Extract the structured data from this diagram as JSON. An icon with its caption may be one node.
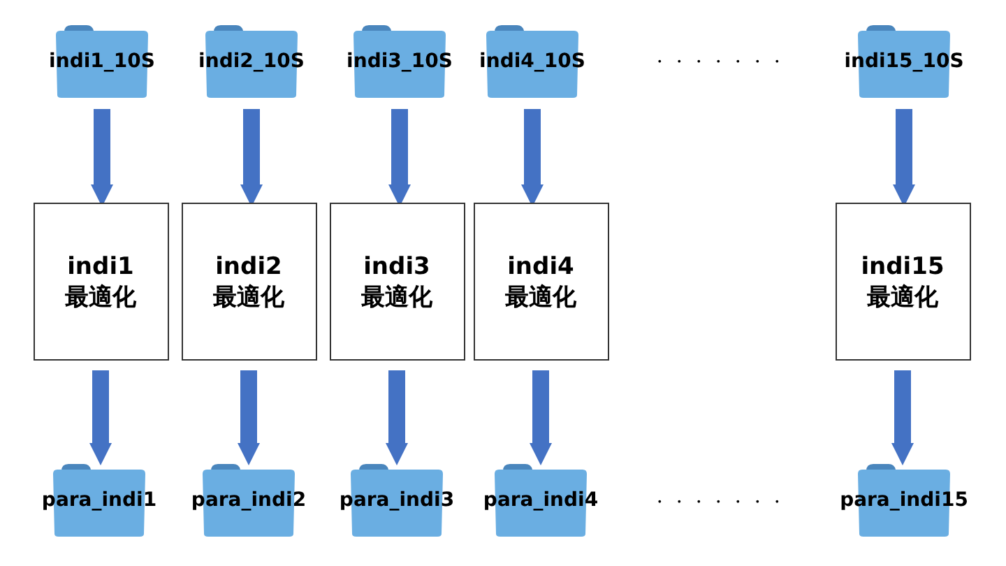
{
  "diagram": {
    "nodes": [
      {
        "text": [
          "indi1_10S"
        ]
      },
      {
        "text": [
          "indi2_10S"
        ]
      },
      {
        "text": [
          "indi3_10S"
        ]
      },
      {
        "text": [
          "indi4_10S"
        ]
      },
      {
        "text": [
          "indi15_10S"
        ]
      },
      {
        "text": [
          "indi1",
          "最適化"
        ]
      },
      {
        "text": [
          "indi2",
          "最適化"
        ]
      },
      {
        "text": [
          "indi3",
          "最適化"
        ]
      },
      {
        "text": [
          "indi4",
          "最適化"
        ]
      },
      {
        "text": [
          "indi15",
          "最適化"
        ]
      },
      {
        "text": [
          "para_indi1"
        ]
      },
      {
        "text": [
          "para_indi2"
        ]
      },
      {
        "text": [
          "para_indi3"
        ]
      },
      {
        "text": [
          "para_indi4"
        ]
      },
      {
        "text": [
          "para_indi15"
        ]
      }
    ],
    "edges": [
      {
        "from": 0,
        "to": 5,
        "arrow": "to"
      },
      {
        "from": 1,
        "to": 6,
        "arrow": "to"
      },
      {
        "from": 2,
        "to": 7,
        "arrow": "to"
      },
      {
        "from": 3,
        "to": 8,
        "arrow": "to"
      },
      {
        "from": 4,
        "to": 9,
        "arrow": "to"
      },
      {
        "from": 5,
        "to": 10,
        "arrow": "to"
      },
      {
        "from": 6,
        "to": 11,
        "arrow": "to"
      },
      {
        "from": 7,
        "to": 12,
        "arrow": "to"
      },
      {
        "from": 8,
        "to": 13,
        "arrow": "to"
      },
      {
        "from": 9,
        "to": 14,
        "arrow": "to"
      }
    ],
    "labels": [
      "・・・・・・・",
      "・・・・・・・"
    ]
  }
}
